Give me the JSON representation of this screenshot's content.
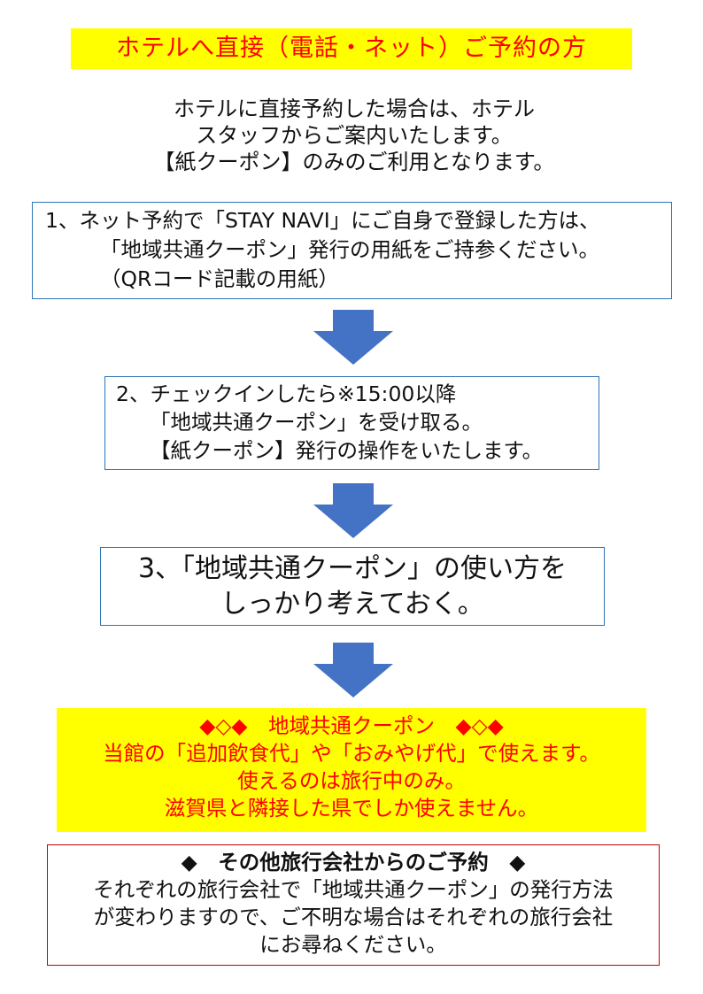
{
  "title": "ホテルへ直接（電話・ネット）ご予約の方",
  "intro": [
    "ホテルに直接予約した場合は、ホテル",
    "スタッフからご案内いたします。",
    "【紙クーポン】のみのご利用となります。"
  ],
  "step1": {
    "line1": "1、ネット予約で「STAY NAVI」にご自身で登録した方は、",
    "line2": "「地域共通クーポン」発行の用紙をご持参ください。",
    "line3": "（QRコード記載の用紙）"
  },
  "step2": {
    "line1": "2、チェックインしたら※15:00以降",
    "line2": "「地域共通クーポン」を受け取る。",
    "line3": "【紙クーポン】発行の操作をいたします。"
  },
  "step3": {
    "line1": "3、「地域共通クーポン」の使い方を",
    "line2": "しっかり考えておく。"
  },
  "coupon_info": {
    "heading": "◆◇◆　地域共通クーポン　◆◇◆",
    "line1": "当館の「追加飲食代」や「おみやげ代」で使えます。",
    "line2": "使えるのは旅行中のみ。",
    "line3": "滋賀県と隣接した県でしか使えません。"
  },
  "other_agencies": {
    "heading": "◆　その他旅行会社からのご予約　◆",
    "line1": "それぞれの旅行会社で「地域共通クーポン」の発行方法",
    "line2": "が変わりますので、ご不明な場合はそれぞれの旅行会社",
    "line3": "にお尋ねください。"
  },
  "colors": {
    "highlight": "#ffff00",
    "red_text": "#ff0000",
    "box_border": "#2e75b6",
    "arrow": "#4472c4",
    "other_border": "#c00000"
  },
  "icons": [
    "down-arrow-icon",
    "down-arrow-icon",
    "down-arrow-icon"
  ]
}
